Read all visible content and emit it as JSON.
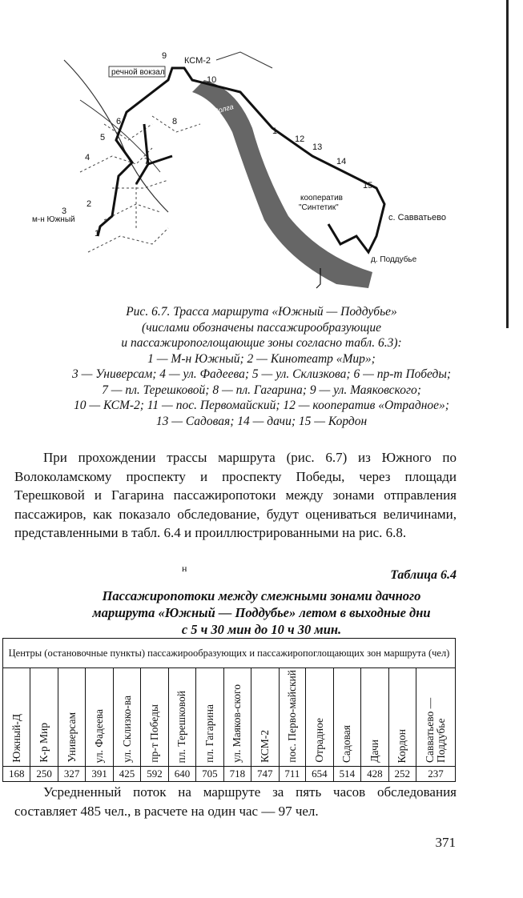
{
  "map": {
    "labels": {
      "river_station": "речной вокзал",
      "ksm2": "КСМ-2",
      "volga": "р. Волга",
      "coop": "кооператив",
      "coop_name": "\"Синтетик\"",
      "savvatyevo": "с. Савватьево",
      "poddubye": "д. Поддубье",
      "yuzhny": "м-н Южный"
    },
    "numbers": [
      "1",
      "2",
      "3",
      "4",
      "5",
      "6",
      "7",
      "8",
      "9",
      "10",
      "1.",
      "12",
      "13",
      "14",
      "15"
    ]
  },
  "caption": {
    "line1": "Рис. 6.7. Трасса маршрута «Южный — Поддубье»",
    "line2": "(числами обозначены пассажирообразующие",
    "line3": "и пассажиропоглощающие зоны согласно табл. 6.3):",
    "line4": "1 — М-н Южный; 2 — Кинотеатр «Мир»;",
    "line5": "3 — Универсам; 4 — ул. Фадеева; 5 — ул. Склизкова; 6 — пр-т Победы;",
    "line6": "7 — пл. Терешковой; 8 — пл. Гагарина; 9 — ул. Маяковского;",
    "line7": "10 — КСМ-2; 11 — пос. Первомайский; 12 — кооператив «Отрадное»;",
    "line8": "13 — Садовая; 14 — дачи; 15 — Кордон"
  },
  "paragraph1": "При прохождении трассы маршрута (рис. 6.7) из Южного по Волоколамскому проспекту и проспекту Победы, через площади Терешковой и Гагарина пассажиропотоки между зонами отправления пассажиров, как показало обследование, будут оцениваться величинами, представленными в табл. 6.4 и проиллюстрированными на рис. 6.8.",
  "h_mark": "н",
  "table_label": "Таблица 6.4",
  "table_title": {
    "line1": "Пассажиропотоки между смежными зонами дачного",
    "line2": "маршрута «Южный — Поддубье» летом в выходные дни",
    "line3": "с 5 ч 30 мин до 10 ч 30 мин."
  },
  "table": {
    "header": "Центры (остановочные пункты) пассажирообразующих и пассажиропоглощающих зон маршрута (чел)",
    "columns": [
      "Южный-Д",
      "К-р Мир",
      "Универсам",
      "ул. Фадеева",
      "ул. Склизко-ва",
      "пр-т Победы",
      "пл. Терешковой",
      "пл. Гагарина",
      "ул. Маяков-ского",
      "КСМ-2",
      "пос. Перво-майский",
      "Отрадное",
      "Садовая",
      "Дачи",
      "Кордон",
      "Савватьево — Поддубье"
    ],
    "values": [
      "168",
      "250",
      "327",
      "391",
      "425",
      "592",
      "640",
      "705",
      "718",
      "747",
      "711",
      "654",
      "514",
      "428",
      "252",
      "237"
    ]
  },
  "paragraph2": "Усредненный поток на маршруте за пять часов обследования составляет 485 чел., в расчете на один час — 97 чел.",
  "page_number": "371"
}
